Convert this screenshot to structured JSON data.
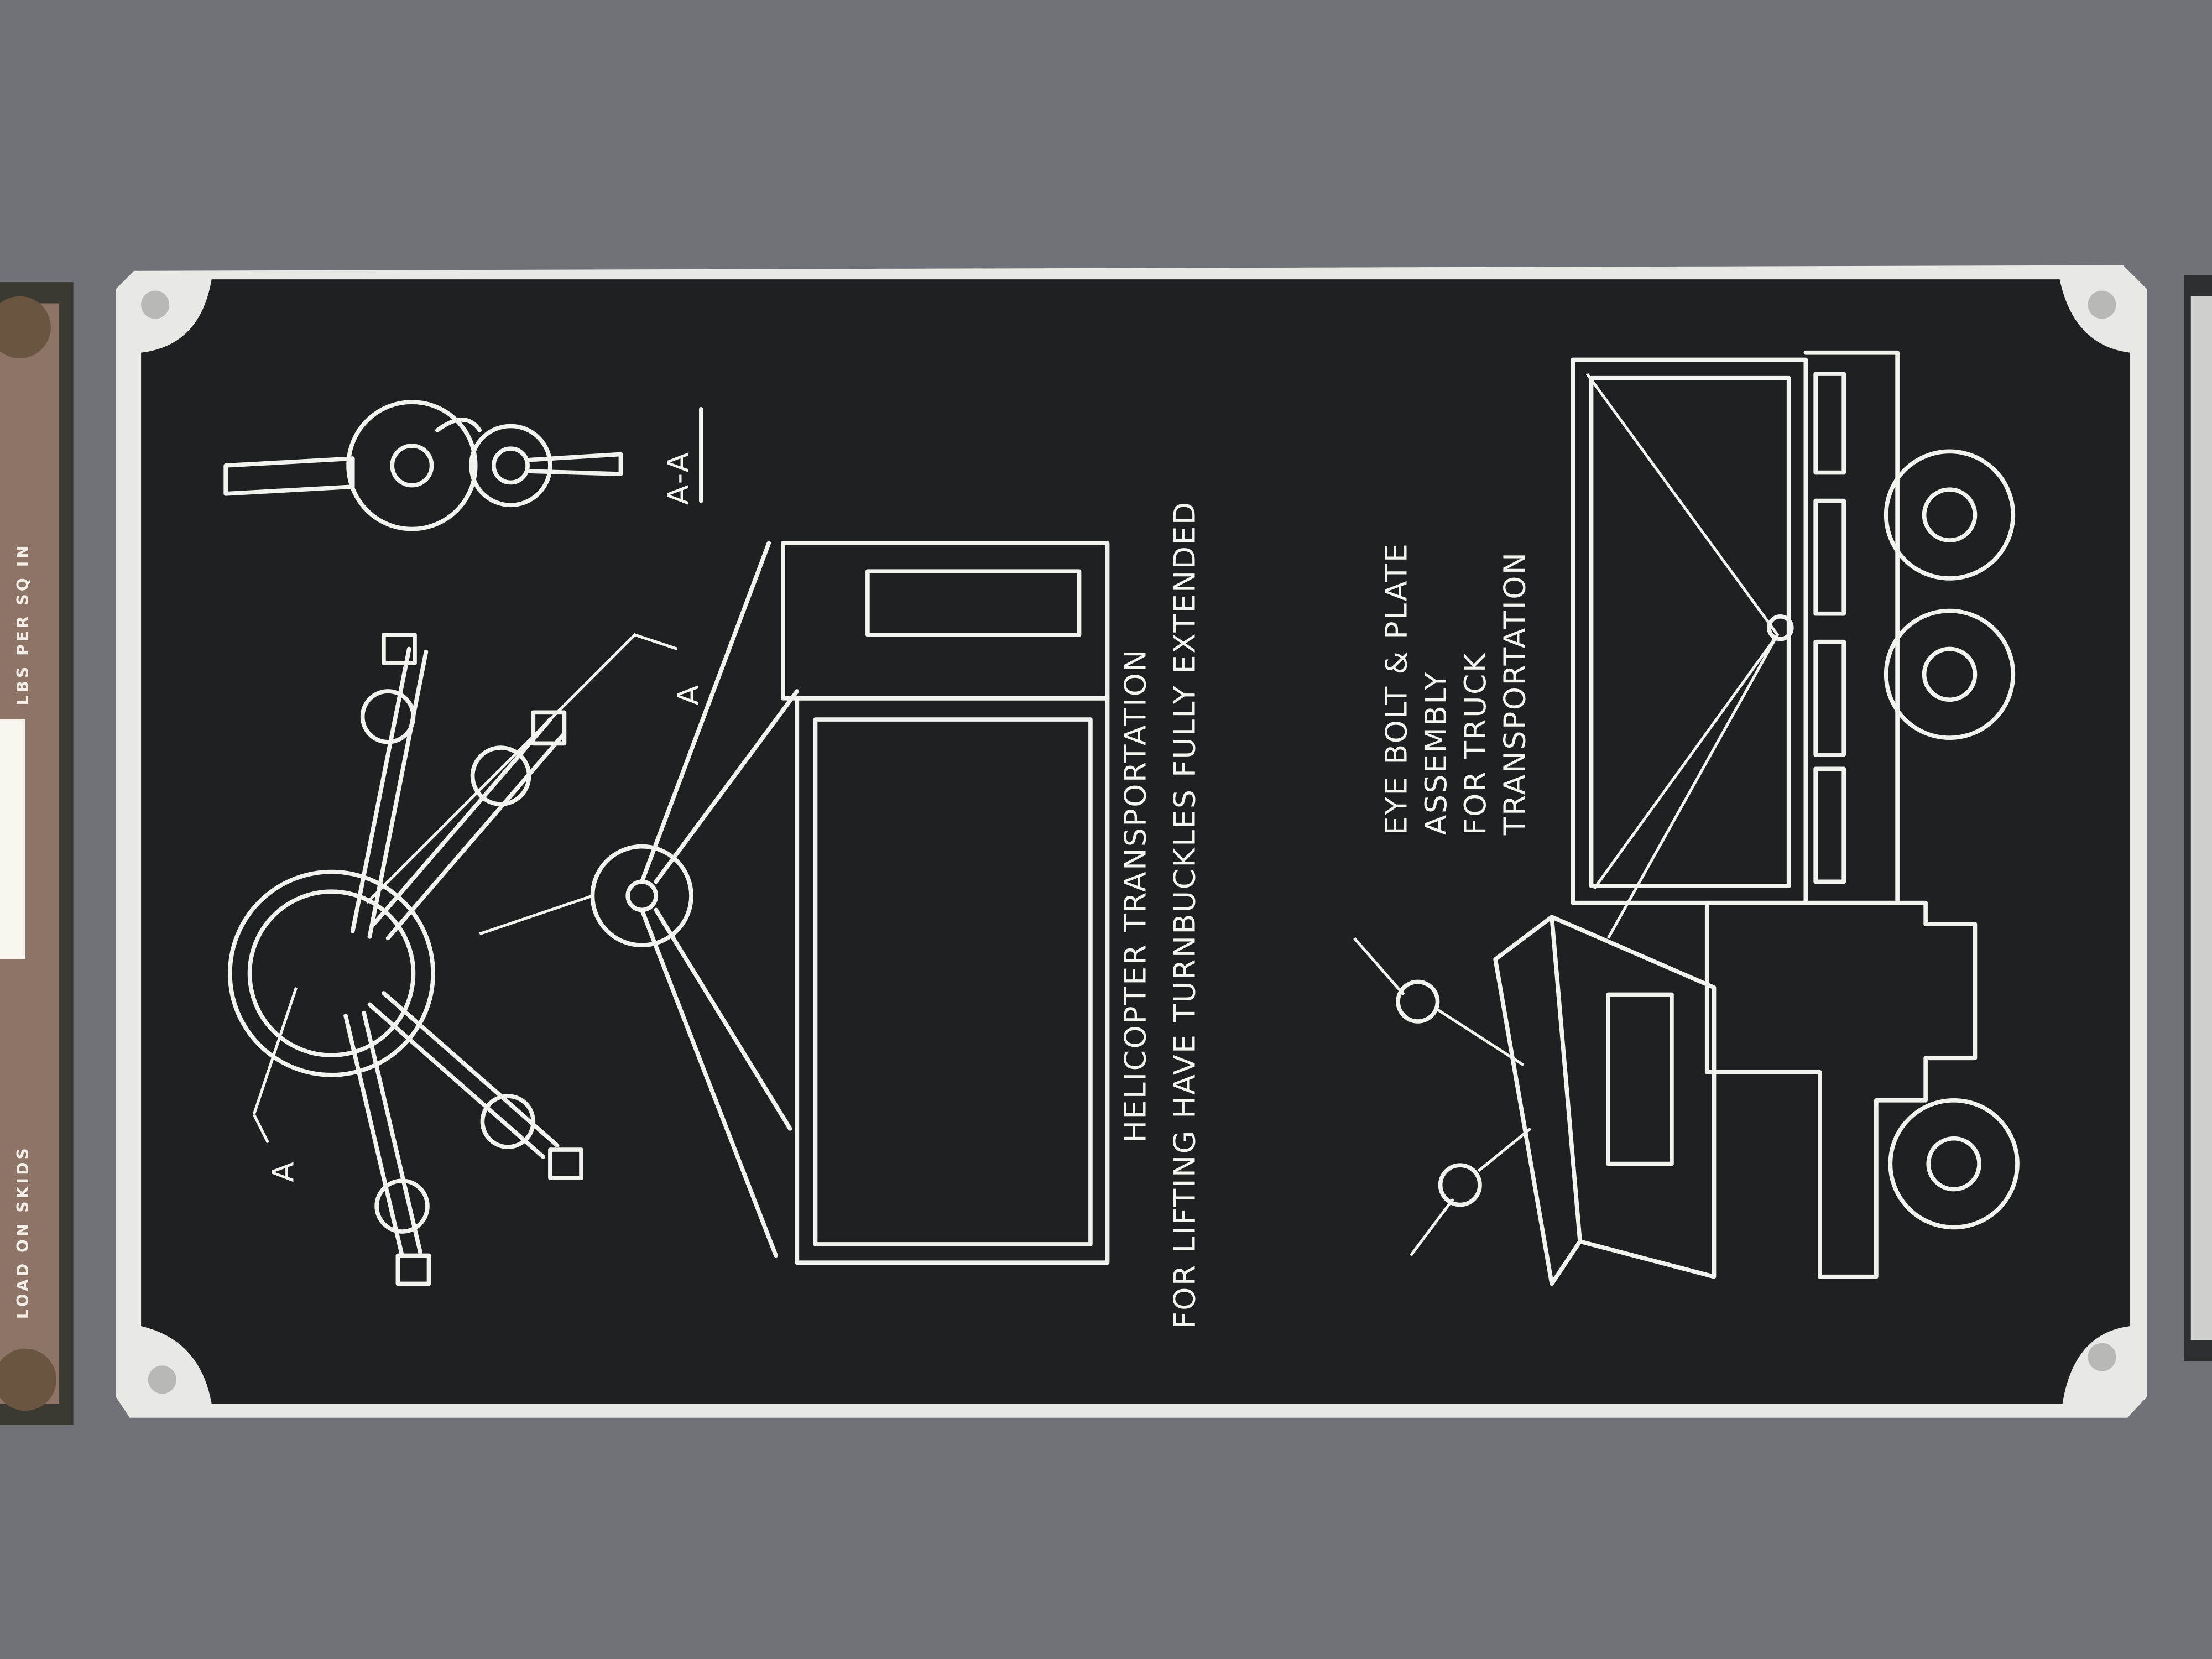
{
  "placard": {
    "title_line1": "HELICOPTER TRANSPORTATION",
    "title_line2": "FOR LIFTING HAVE TURNBUCKLES FULLY EXTENDED",
    "section_label": "A-A",
    "callout_a1": "A",
    "callout_a2": "A",
    "truck_line1": "EYE  BOLT & PLATE",
    "truck_line2": "ASSEMBLY",
    "truck_line3": "FOR TRUCK",
    "truck_line4": "TRANSPORTATION"
  },
  "left_tag": {
    "text1": "LOAD ON SKIDS",
    "text2": "LBS PER SQ IN"
  },
  "colors": {
    "panel": "#6f7377",
    "plate": "#1d1e1f",
    "lines": "#f2f2ee",
    "tag": "#8a7060"
  }
}
